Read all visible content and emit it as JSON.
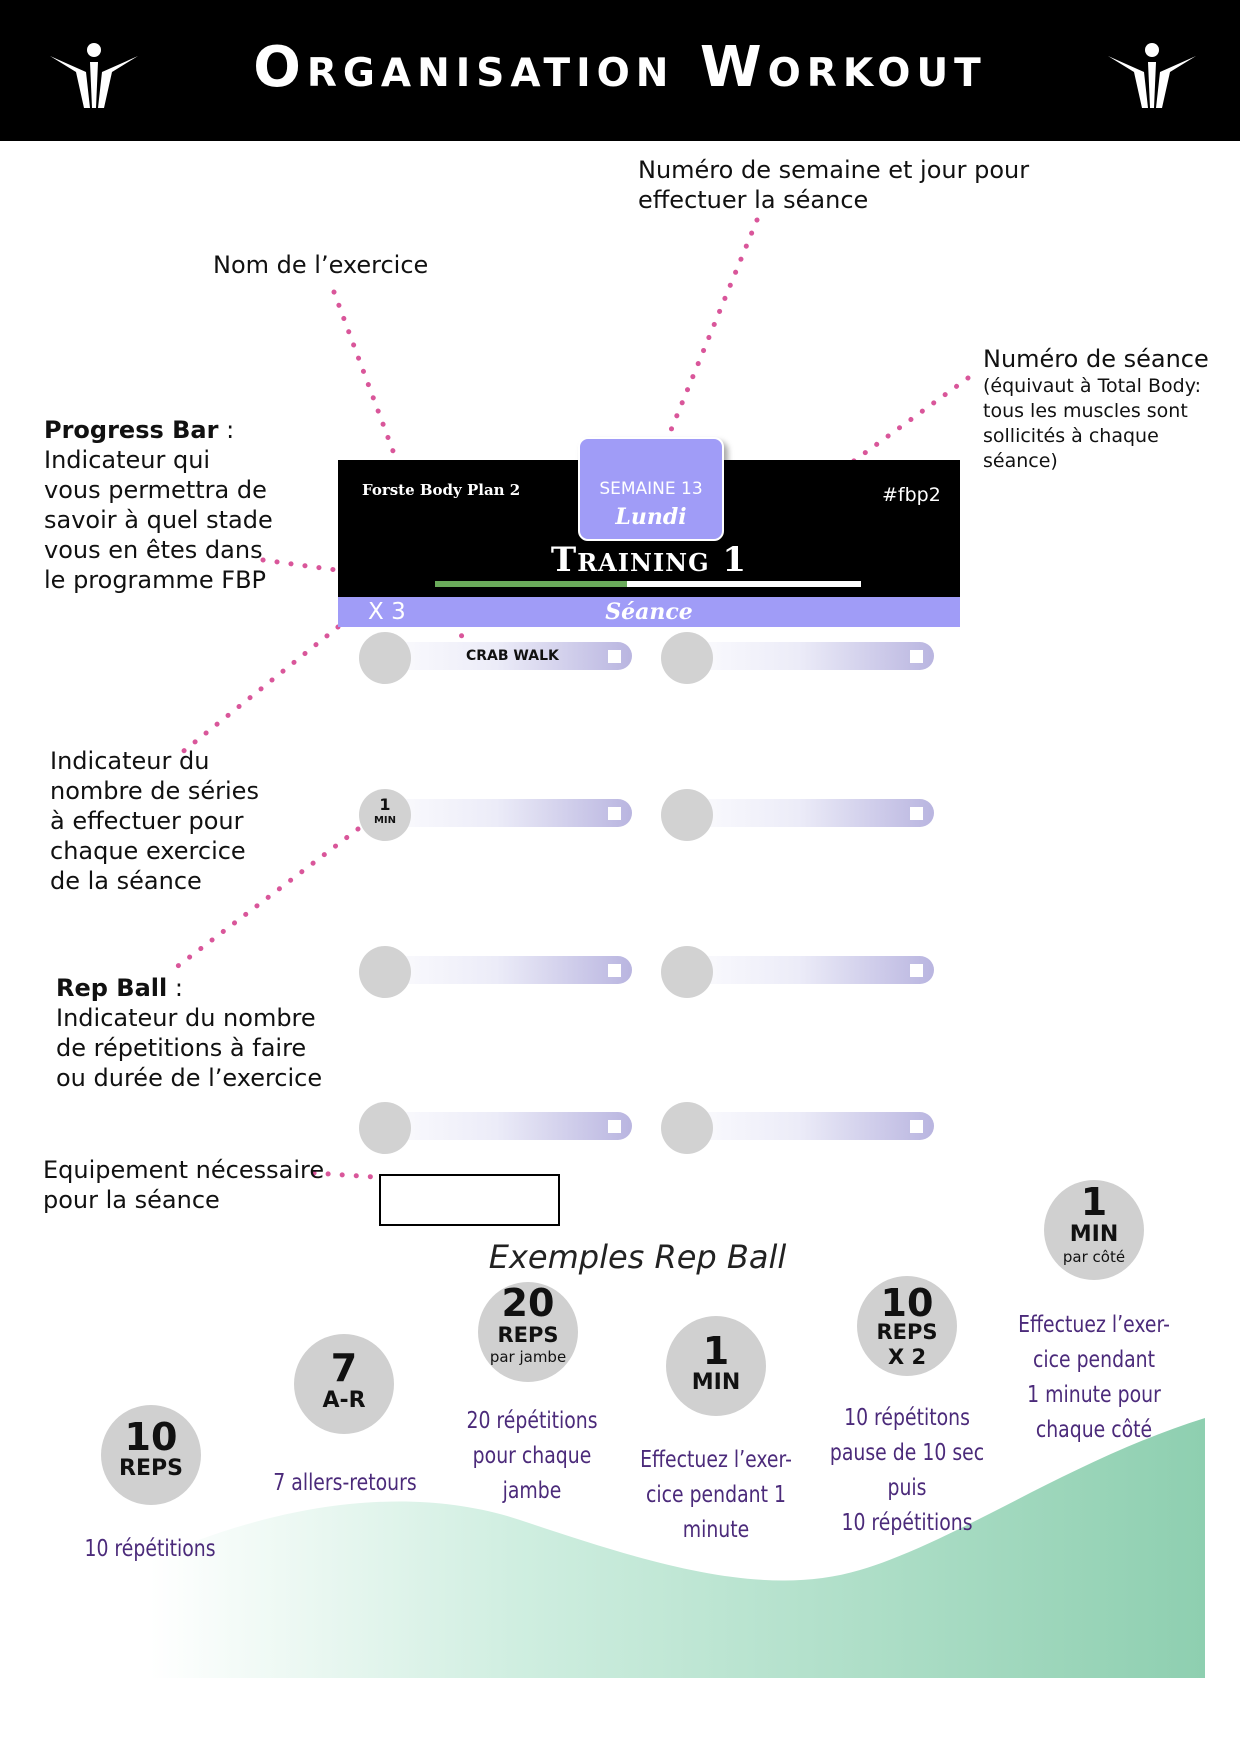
{
  "header": {
    "title": "Organisation Workout"
  },
  "annotations": {
    "week_day": [
      "Numéro de semaine et jour pour",
      "effectuer la séance"
    ],
    "exercise_name": "Nom de l’exercice",
    "session_number_title": "Numéro de séance",
    "session_number_detail": [
      "(équivaut à Total Body:",
      "tous les muscles sont",
      "sollicités à chaque",
      "séance)"
    ],
    "progress_bar_title": "Progress Bar",
    "progress_bar_colon": " :",
    "progress_bar_detail": [
      "Indicateur qui",
      "vous permettra de",
      "savoir à quel stade",
      "vous en êtes dans",
      "le programme FBP"
    ],
    "sets_indicator": [
      "Indicateur du",
      "nombre de séries",
      "à effectuer pour",
      "chaque exercice",
      "de la séance"
    ],
    "rep_ball_title": "Rep Ball",
    "rep_ball_colon": " :",
    "rep_ball_detail": [
      "Indicateur du nombre",
      "de répetitions à faire",
      "ou durée de l’exercice"
    ],
    "equipment": [
      "Equipement nécessaire",
      "pour la séance"
    ]
  },
  "card": {
    "plan_name": "Forste Body Plan 2",
    "week": "SEMAINE 13",
    "day": "Lundi",
    "hashtag": "#fbp2",
    "training": "Training 1",
    "progress": 0.45,
    "sets": "X 3",
    "session": "Séance",
    "exercises": [
      {
        "name": "CRAB WALK",
        "ball_num": "",
        "ball_unit": ""
      },
      {
        "name": "",
        "ball_num": "",
        "ball_unit": ""
      },
      {
        "name": "",
        "ball_num": "1",
        "ball_unit": "MIN"
      },
      {
        "name": "",
        "ball_num": "",
        "ball_unit": ""
      },
      {
        "name": "",
        "ball_num": "",
        "ball_unit": ""
      },
      {
        "name": "",
        "ball_num": "",
        "ball_unit": ""
      },
      {
        "name": "",
        "ball_num": "",
        "ball_unit": ""
      },
      {
        "name": "",
        "ball_num": "",
        "ball_unit": ""
      }
    ]
  },
  "examples": {
    "title": "Exemples Rep Ball",
    "items": [
      {
        "num": "10",
        "unit": "REPS",
        "sub": "",
        "desc": [
          "10 répétitions"
        ]
      },
      {
        "num": "7",
        "unit": "A-R",
        "sub": "",
        "desc": [
          "7 allers-retours"
        ]
      },
      {
        "num": "20",
        "unit": "REPS",
        "sub": "par jambe",
        "desc": [
          "20 répétitions",
          "pour chaque",
          "jambe"
        ]
      },
      {
        "num": "1",
        "unit": "MIN",
        "sub": "",
        "desc": [
          "Effectuez l’exer-",
          "cice pendant 1",
          "minute"
        ]
      },
      {
        "num": "10",
        "unit": "REPS",
        "sub": "X 2",
        "desc": [
          "10 répétitons",
          "pause de 10 sec",
          "puis",
          "10 répétitions"
        ]
      },
      {
        "num": "1",
        "unit": "MIN",
        "sub": "par côté",
        "desc": [
          "Effectuez l’exer-",
          "cice pendant",
          "1 minute pour",
          "chaque côté"
        ]
      }
    ]
  },
  "colors": {
    "header_bg": "#000000",
    "accent_lavender": "#a09cf7",
    "progress_green": "#6aaa5a",
    "annotation_dots": "#d9569a",
    "desc_purple": "#4b2a7a",
    "wave_green": "#8ecfb0"
  },
  "icons": [
    "brand-logo-icon"
  ]
}
